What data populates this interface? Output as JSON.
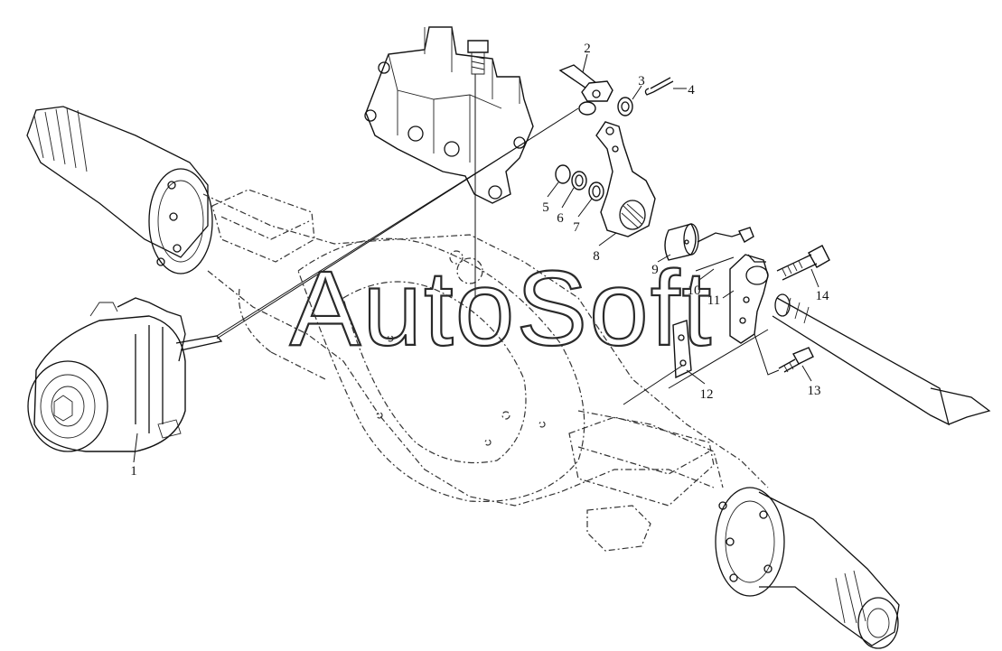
{
  "diagram": {
    "watermark": "AutoSoft",
    "callouts": [
      "1",
      "2",
      "3",
      "4",
      "5",
      "6",
      "7",
      "8",
      "9",
      "10",
      "11",
      "12",
      "13",
      "14"
    ],
    "parts": [
      "brake-chamber",
      "clevis-pin",
      "washer",
      "cotter-pin",
      "snap-ring",
      "washer-6",
      "washer-7",
      "slack-adjuster",
      "bushing",
      "grease-fitting",
      "bracket",
      "plate",
      "bolt",
      "bolt-long",
      "axle-housing",
      "camshaft-bracket",
      "brake-camshaft"
    ]
  }
}
